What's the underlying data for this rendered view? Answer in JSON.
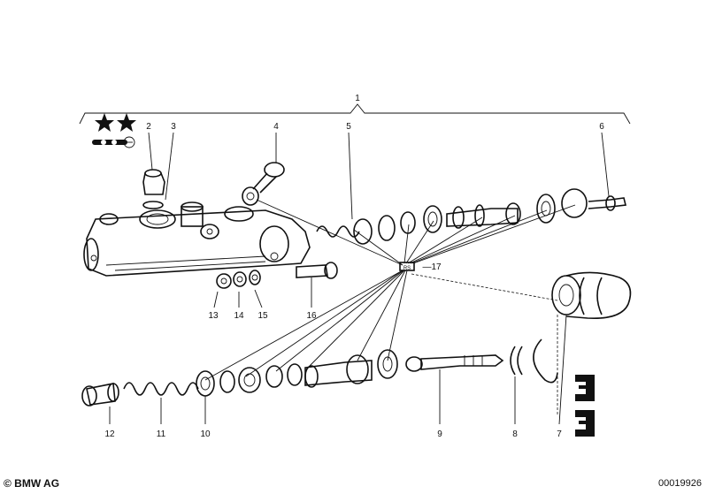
{
  "labels": {
    "p1": "1",
    "p2": "2",
    "p3": "3",
    "p4": "4",
    "p5": "5",
    "p6": "6",
    "p7": "7",
    "p8": "8",
    "p9": "9",
    "p10": "10",
    "p11": "11",
    "p12": "12",
    "p13": "13",
    "p14": "14",
    "p15": "15",
    "p16": "16",
    "p17": "—17"
  },
  "kit_badge": "RS",
  "footer": {
    "copyright": "© BMW AG",
    "diagram_id": "00019926"
  }
}
